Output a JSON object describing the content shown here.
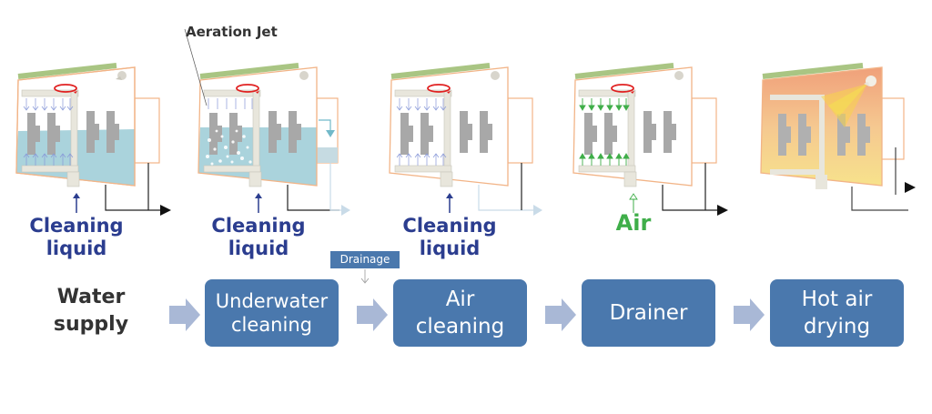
{
  "annotation": {
    "aeration_jet": "Aeration Jet"
  },
  "stages": [
    {
      "id": "underwater",
      "input_label_line1": "Cleaning",
      "input_label_line2": "liquid",
      "state": "filled with liquid"
    },
    {
      "id": "aeration",
      "input_label_line1": "Cleaning",
      "input_label_line2": "liquid",
      "state": "aeration bubbles, overflow draining"
    },
    {
      "id": "air-cleaning",
      "input_label_line1": "Cleaning",
      "input_label_line2": "liquid",
      "state": "empty, spraying"
    },
    {
      "id": "drainer",
      "input_label": "Air",
      "state": "air blowing"
    },
    {
      "id": "hot-air",
      "state": "hot air drying, heated"
    }
  ],
  "flow": {
    "start_line1": "Water",
    "start_line2": "supply",
    "drainage_tag": "Drainage",
    "steps": [
      {
        "line1": "Underwater",
        "line2": "cleaning"
      },
      {
        "line1": "Air",
        "line2": "cleaning"
      },
      {
        "line1": "Drainer",
        "line2": ""
      },
      {
        "line1": "Hot air",
        "line2": "drying"
      }
    ]
  },
  "colors": {
    "step_box": "#4a78ad",
    "flow_arrow": "#a9b8d6",
    "liquid_text": "#2b3d8f",
    "air_text": "#3fae49",
    "tank_outline": "#f2b487",
    "water": "#aad3dc",
    "lid": "#a9c583",
    "rotation": "#e02020"
  }
}
